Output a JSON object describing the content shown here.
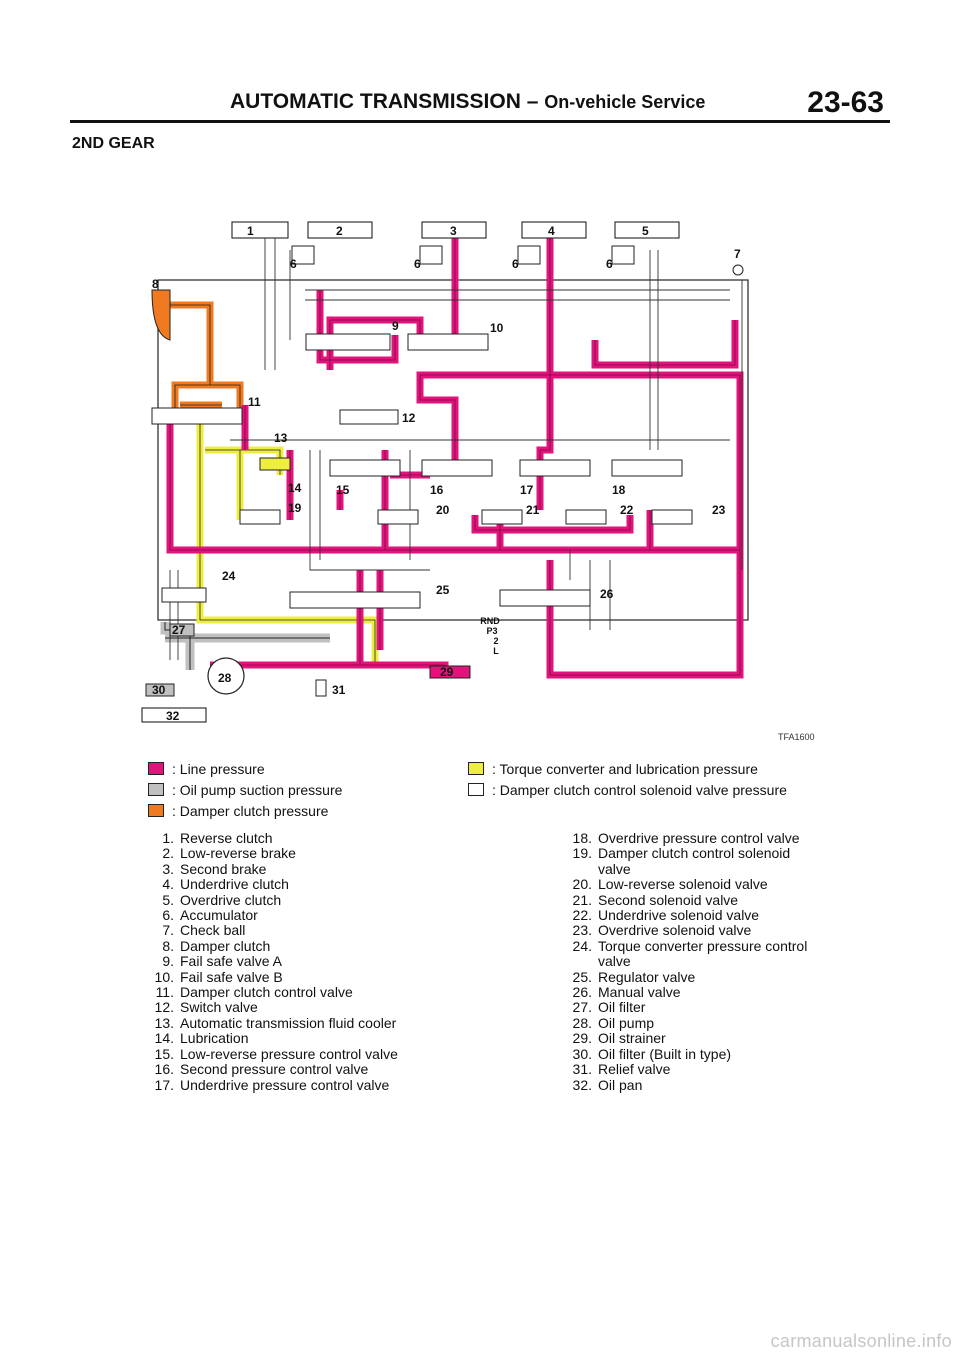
{
  "header": {
    "title": "AUTOMATIC TRANSMISSION",
    "dash": "–",
    "subtitle": "On-vehicle Service",
    "page_number": "23-63"
  },
  "section_title": "2ND GEAR",
  "figure_id": "TFA1600",
  "colors": {
    "line_pressure": "#e0147a",
    "oil_pump_suction": "#c0c0c0",
    "damper_clutch": "#f07a20",
    "torque_converter_lubrication": "#eeee40",
    "damper_clutch_solenoid": "#ffffff",
    "outline": "#222222"
  },
  "diagram": {
    "callouts": [
      "1",
      "2",
      "3",
      "4",
      "5",
      "6",
      "6",
      "6",
      "6",
      "7",
      "8",
      "9",
      "10",
      "11",
      "12",
      "13",
      "14",
      "15",
      "16",
      "17",
      "18",
      "19",
      "20",
      "21",
      "22",
      "23",
      "24",
      "25",
      "26",
      "27",
      "28",
      "29",
      "30",
      "31",
      "32"
    ],
    "manual_valve_positions": [
      "RND",
      "P3",
      "2",
      "L"
    ]
  },
  "legend": [
    {
      "key": "line_pressure",
      "label": ": Line pressure"
    },
    {
      "key": "oil_pump_suction",
      "label": ": Oil pump suction pressure"
    },
    {
      "key": "damper_clutch",
      "label": ": Damper clutch pressure"
    },
    {
      "key": "torque_converter_lubrication",
      "label": ": Torque converter and lubrication pressure"
    },
    {
      "key": "damper_clutch_solenoid",
      "label": ": Damper clutch control solenoid valve pressure"
    }
  ],
  "parts_left": [
    {
      "num": "1.",
      "text": "Reverse clutch"
    },
    {
      "num": "2.",
      "text": "Low-reverse brake"
    },
    {
      "num": "3.",
      "text": "Second brake"
    },
    {
      "num": "4.",
      "text": "Underdrive clutch"
    },
    {
      "num": "5.",
      "text": "Overdrive clutch"
    },
    {
      "num": "6.",
      "text": "Accumulator"
    },
    {
      "num": "7.",
      "text": "Check ball"
    },
    {
      "num": "8.",
      "text": "Damper clutch"
    },
    {
      "num": "9.",
      "text": "Fail safe valve A"
    },
    {
      "num": "10.",
      "text": "Fail safe valve B"
    },
    {
      "num": "11.",
      "text": "Damper clutch control valve"
    },
    {
      "num": "12.",
      "text": "Switch valve"
    },
    {
      "num": "13.",
      "text": "Automatic transmission fluid cooler"
    },
    {
      "num": "14.",
      "text": "Lubrication"
    },
    {
      "num": "15.",
      "text": "Low-reverse pressure control valve"
    },
    {
      "num": "16.",
      "text": "Second pressure control valve"
    },
    {
      "num": "17.",
      "text": "Underdrive pressure control valve"
    }
  ],
  "parts_right": [
    {
      "num": "18.",
      "text": "Overdrive pressure control valve"
    },
    {
      "num": "19.",
      "text": "Damper clutch control solenoid\nvalve"
    },
    {
      "num": "20.",
      "text": "Low-reverse solenoid valve"
    },
    {
      "num": "21.",
      "text": "Second solenoid valve"
    },
    {
      "num": "22.",
      "text": "Underdrive solenoid valve"
    },
    {
      "num": "23.",
      "text": "Overdrive solenoid valve"
    },
    {
      "num": "24.",
      "text": "Torque converter pressure control\nvalve"
    },
    {
      "num": "25.",
      "text": "Regulator valve"
    },
    {
      "num": "26.",
      "text": "Manual valve"
    },
    {
      "num": "27.",
      "text": "Oil filter"
    },
    {
      "num": "28.",
      "text": "Oil pump"
    },
    {
      "num": "29.",
      "text": "Oil strainer"
    },
    {
      "num": "30.",
      "text": "Oil filter (Built in type)"
    },
    {
      "num": "31.",
      "text": "Relief valve"
    },
    {
      "num": "32.",
      "text": "Oil pan"
    }
  ],
  "footer": "carmanualsonline.info"
}
